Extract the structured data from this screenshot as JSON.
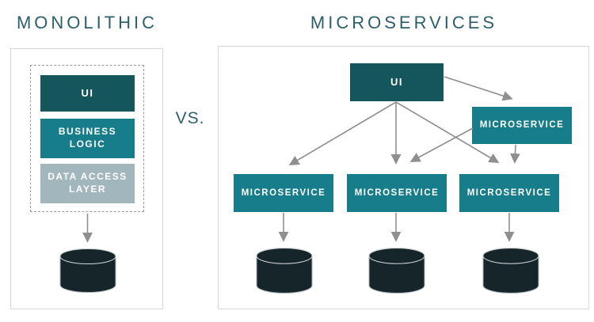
{
  "titles": {
    "left": "MONOLITHIC",
    "vs": "VS.",
    "right": "MICROSERVICES"
  },
  "monolithic": {
    "layers": [
      {
        "id": "ui",
        "label": "UI"
      },
      {
        "id": "business-logic",
        "label": "BUSINESS\nLOGIC"
      },
      {
        "id": "data-access-layer",
        "label": "DATA ACCESS\nLAYER"
      }
    ],
    "edges": [
      {
        "from": "data-access-layer",
        "to": "database"
      }
    ],
    "databases": 1
  },
  "microservices": {
    "ui": {
      "label": "UI"
    },
    "services": [
      {
        "id": "microservice-top",
        "label": "MICROSERVICE"
      },
      {
        "id": "microservice-1",
        "label": "MICROSERVICE"
      },
      {
        "id": "microservice-2",
        "label": "MICROSERVICE"
      },
      {
        "id": "microservice-3",
        "label": "MICROSERVICE"
      }
    ],
    "edges": [
      {
        "from": "ui",
        "to": "microservice-1"
      },
      {
        "from": "ui",
        "to": "microservice-2"
      },
      {
        "from": "ui",
        "to": "microservice-3"
      },
      {
        "from": "ui",
        "to": "microservice-top"
      },
      {
        "from": "microservice-top",
        "to": "microservice-2"
      },
      {
        "from": "microservice-top",
        "to": "microservice-3"
      },
      {
        "from": "microservice-1",
        "to": "database-1"
      },
      {
        "from": "microservice-2",
        "to": "database-2"
      },
      {
        "from": "microservice-3",
        "to": "database-3"
      }
    ],
    "databases": 3
  },
  "colors": {
    "background": "#ffffff",
    "title_text": "#2d5f6b",
    "panel_border": "#d9d9d9",
    "dashed_border": "#9b9b9b",
    "dark_teal": "#15555c",
    "teal": "#177d8a",
    "gray_blue": "#a2b6bd",
    "box_text": "#ffffff",
    "arrow": "#8f8f8f",
    "cylinder_fill": "#152529",
    "cylinder_stroke": "#aab2b4",
    "cylinder_rim": "#d4d8d9"
  }
}
